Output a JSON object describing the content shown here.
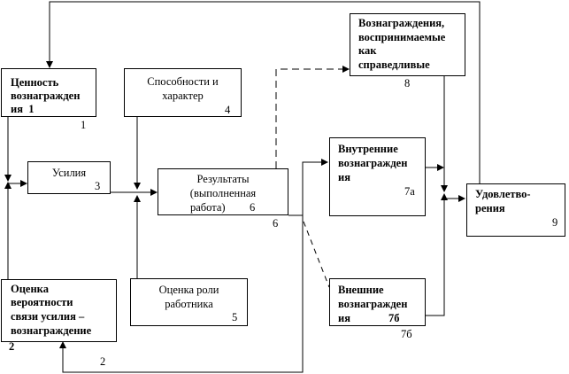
{
  "nodes": {
    "value": {
      "lines": [
        "Ценность",
        "вознагражден",
        "ия  1"
      ],
      "outside_number": "1"
    },
    "abilities": {
      "lines": [
        "Способности и",
        "характер"
      ],
      "number": "4"
    },
    "rewards_fair": {
      "lines": [
        "Вознаграждения,",
        "воспринимаемые",
        "как",
        "справедливые"
      ],
      "outside_number": "8"
    },
    "effort": {
      "lines": [
        "Усилия"
      ],
      "number": "3"
    },
    "results": {
      "lines": [
        "Результаты",
        "(выполненная",
        "работа)"
      ],
      "number": "6",
      "outside_number": "6"
    },
    "internal_rewards": {
      "lines": [
        "Внутренние",
        "вознагражден",
        "ия"
      ],
      "number": "7а"
    },
    "satisfaction": {
      "lines": [
        "Удовлетво-",
        "рения"
      ],
      "number": "9"
    },
    "probability": {
      "lines": [
        "Оценка",
        "вероятности",
        "связи усилия –",
        "вознаграждение"
      ],
      "outside_number": "2"
    },
    "role": {
      "lines": [
        "Оценка роли",
        "работника"
      ],
      "number": "5"
    },
    "external_rewards": {
      "lines": [
        "Внешние",
        "вознагражден",
        "ия"
      ],
      "number": "7б",
      "outside_number": "7б"
    }
  },
  "feedback_number": "2"
}
